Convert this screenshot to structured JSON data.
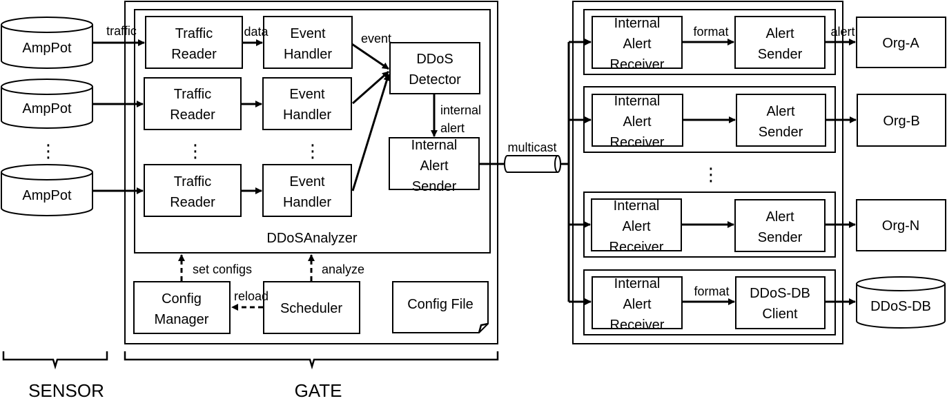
{
  "sensors": {
    "ampPot1": [
      "AmpPot"
    ],
    "ampPot2": [
      "AmpPot"
    ],
    "ampPot3": [
      "AmpPot"
    ],
    "ellipsis": "⋮",
    "section_label": "SENSOR"
  },
  "gate": {
    "traffic_reader_1": [
      "Traffic",
      "Reader"
    ],
    "traffic_reader_2": [
      "Traffic",
      "Reader"
    ],
    "traffic_reader_3": [
      "Traffic",
      "Reader"
    ],
    "event_handler_1": [
      "Event",
      "Handler"
    ],
    "event_handler_2": [
      "Event",
      "Handler"
    ],
    "event_handler_3": [
      "Event",
      "Handler"
    ],
    "ddos_detector": [
      "DDoS",
      "Detector"
    ],
    "internal_alert_sender": [
      "Internal",
      "Alert",
      "Sender"
    ],
    "analyzer_label": "DDoSAnalyzer",
    "config_manager": [
      "Config",
      "Manager"
    ],
    "scheduler": [
      "Scheduler"
    ],
    "config_file": [
      "Config File"
    ],
    "ellipsis": "⋮",
    "section_label": "GATE"
  },
  "edges": {
    "traffic": "traffic",
    "data": "data",
    "event": "event",
    "internal_alert": [
      "internal",
      "alert"
    ],
    "multicast": "multicast",
    "set_configs": "set configs",
    "analyze": "analyze",
    "reload": "reload",
    "format": "format",
    "alert": "alert"
  },
  "receivers": {
    "internal_alert_receiver": [
      "Internal",
      "Alert",
      "Receiver"
    ],
    "alert_sender": [
      "Alert",
      "Sender"
    ],
    "ddos_db_client": [
      "DDoS-DB",
      "Client"
    ],
    "ellipsis": "⋮"
  },
  "orgs": {
    "org_a": [
      "Org-A"
    ],
    "org_b": [
      "Org-B"
    ],
    "org_n": [
      "Org-N"
    ],
    "ddos_db": [
      "DDoS-DB"
    ]
  }
}
